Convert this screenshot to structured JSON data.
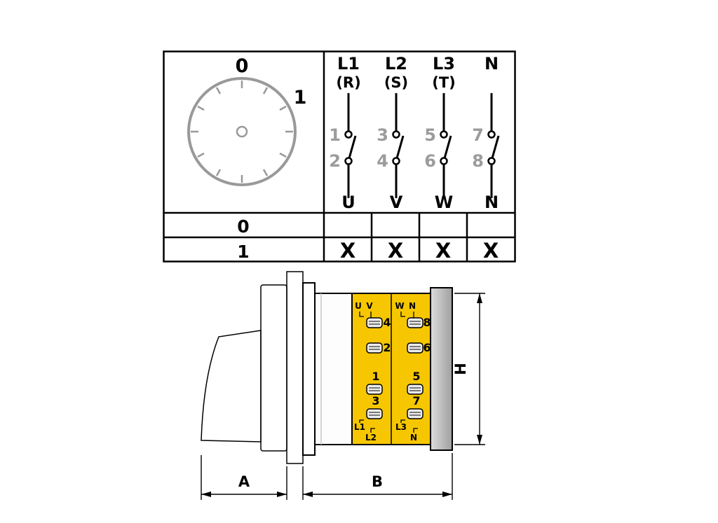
{
  "colors": {
    "terminal_block_yellow": "#F6C700",
    "mount_panel_beige": "#E9DCAE",
    "contact_number_gray": "#9C9C9C",
    "dial_gray": "#999999"
  },
  "switch_table": {
    "dial": {
      "zero": "0",
      "one": "1"
    },
    "poles": [
      {
        "line": "L1",
        "phase": "(R)",
        "upper": "1",
        "lower": "2",
        "output": "U"
      },
      {
        "line": "L2",
        "phase": "(S)",
        "upper": "3",
        "lower": "4",
        "output": "V"
      },
      {
        "line": "L3",
        "phase": "(T)",
        "upper": "5",
        "lower": "6",
        "output": "W"
      },
      {
        "line": "N",
        "phase": "",
        "upper": "7",
        "lower": "8",
        "output": "N"
      }
    ],
    "positions": [
      {
        "label": "0",
        "marks": [
          "",
          "",
          "",
          ""
        ]
      },
      {
        "label": "1",
        "marks": [
          "X",
          "X",
          "X",
          "X"
        ]
      }
    ]
  },
  "device": {
    "upper_left_terminals": {
      "wires": [
        "U",
        "V"
      ],
      "numbers": [
        "4",
        "2"
      ]
    },
    "upper_right_terminals": {
      "wires": [
        "W",
        "N"
      ],
      "numbers": [
        "8",
        "6"
      ]
    },
    "lower_left_terminals": {
      "numbers": [
        "1",
        "3"
      ],
      "wires": [
        "L1",
        "L2"
      ]
    },
    "lower_right_terminals": {
      "numbers": [
        "5",
        "7"
      ],
      "wires": [
        "L3",
        "N"
      ]
    },
    "dimensions": {
      "width_a": "A",
      "width_b": "B",
      "height_h": "H"
    }
  }
}
